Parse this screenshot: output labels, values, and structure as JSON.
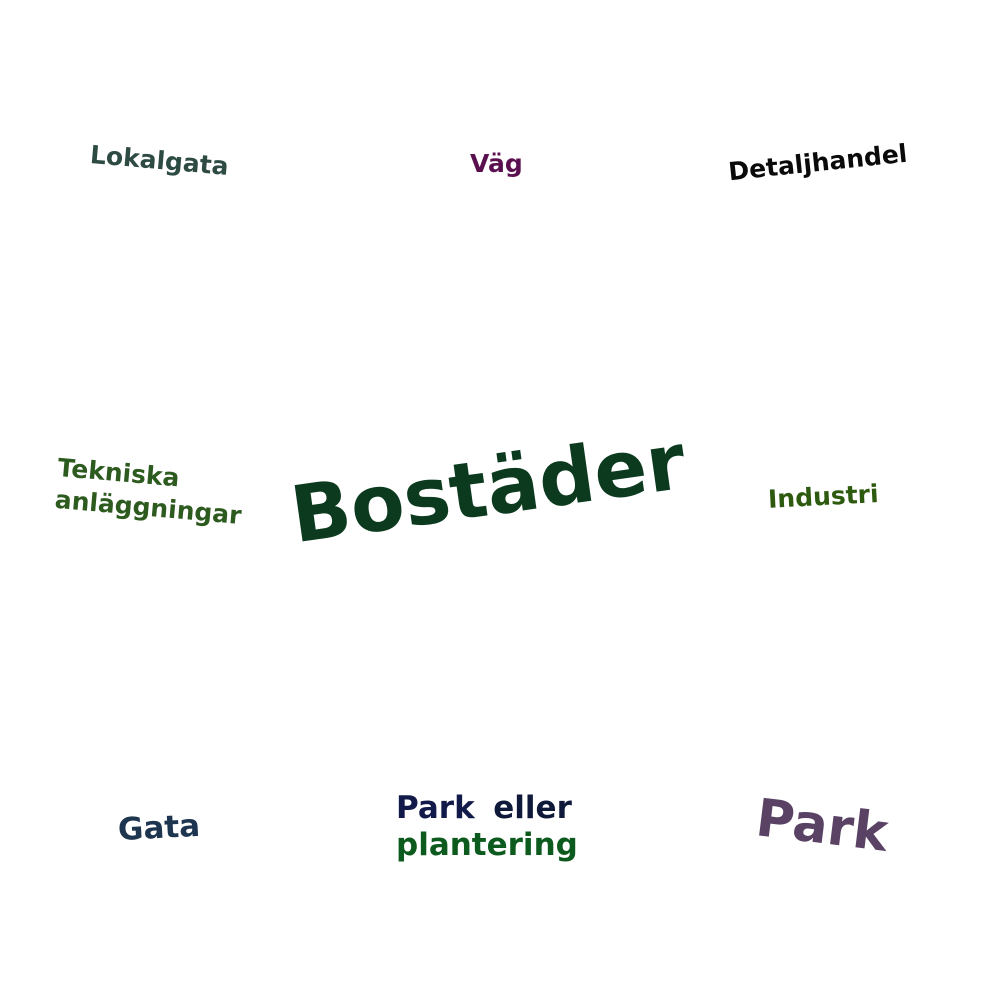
{
  "words": {
    "lokalgata": {
      "text": "Lokalgata",
      "color": "#2d4a43"
    },
    "vag": {
      "text": "Väg",
      "color": "#5a0f4f"
    },
    "detaljhandel": {
      "text": "Detaljhandel",
      "color": "#0a0a0a"
    },
    "tekniska": {
      "line1": "Tekniska",
      "line2": "anläggningar",
      "color": "#2d5a1e"
    },
    "bostader": {
      "text": "Bostäder",
      "color": "#0b3a1f"
    },
    "industri": {
      "text": "Industri",
      "color": "#2d5a0f"
    },
    "gata": {
      "text": "Gata",
      "color": "#1e3550"
    },
    "park_eller": {
      "line1a": "Park",
      "line1b": "eller",
      "line2": "plantering",
      "color_park": "#121a4a",
      "color_eller": "#0f1a3a",
      "color_plantering": "#0d5a1e"
    },
    "park": {
      "text": "Park",
      "color": "#5a4264"
    }
  }
}
